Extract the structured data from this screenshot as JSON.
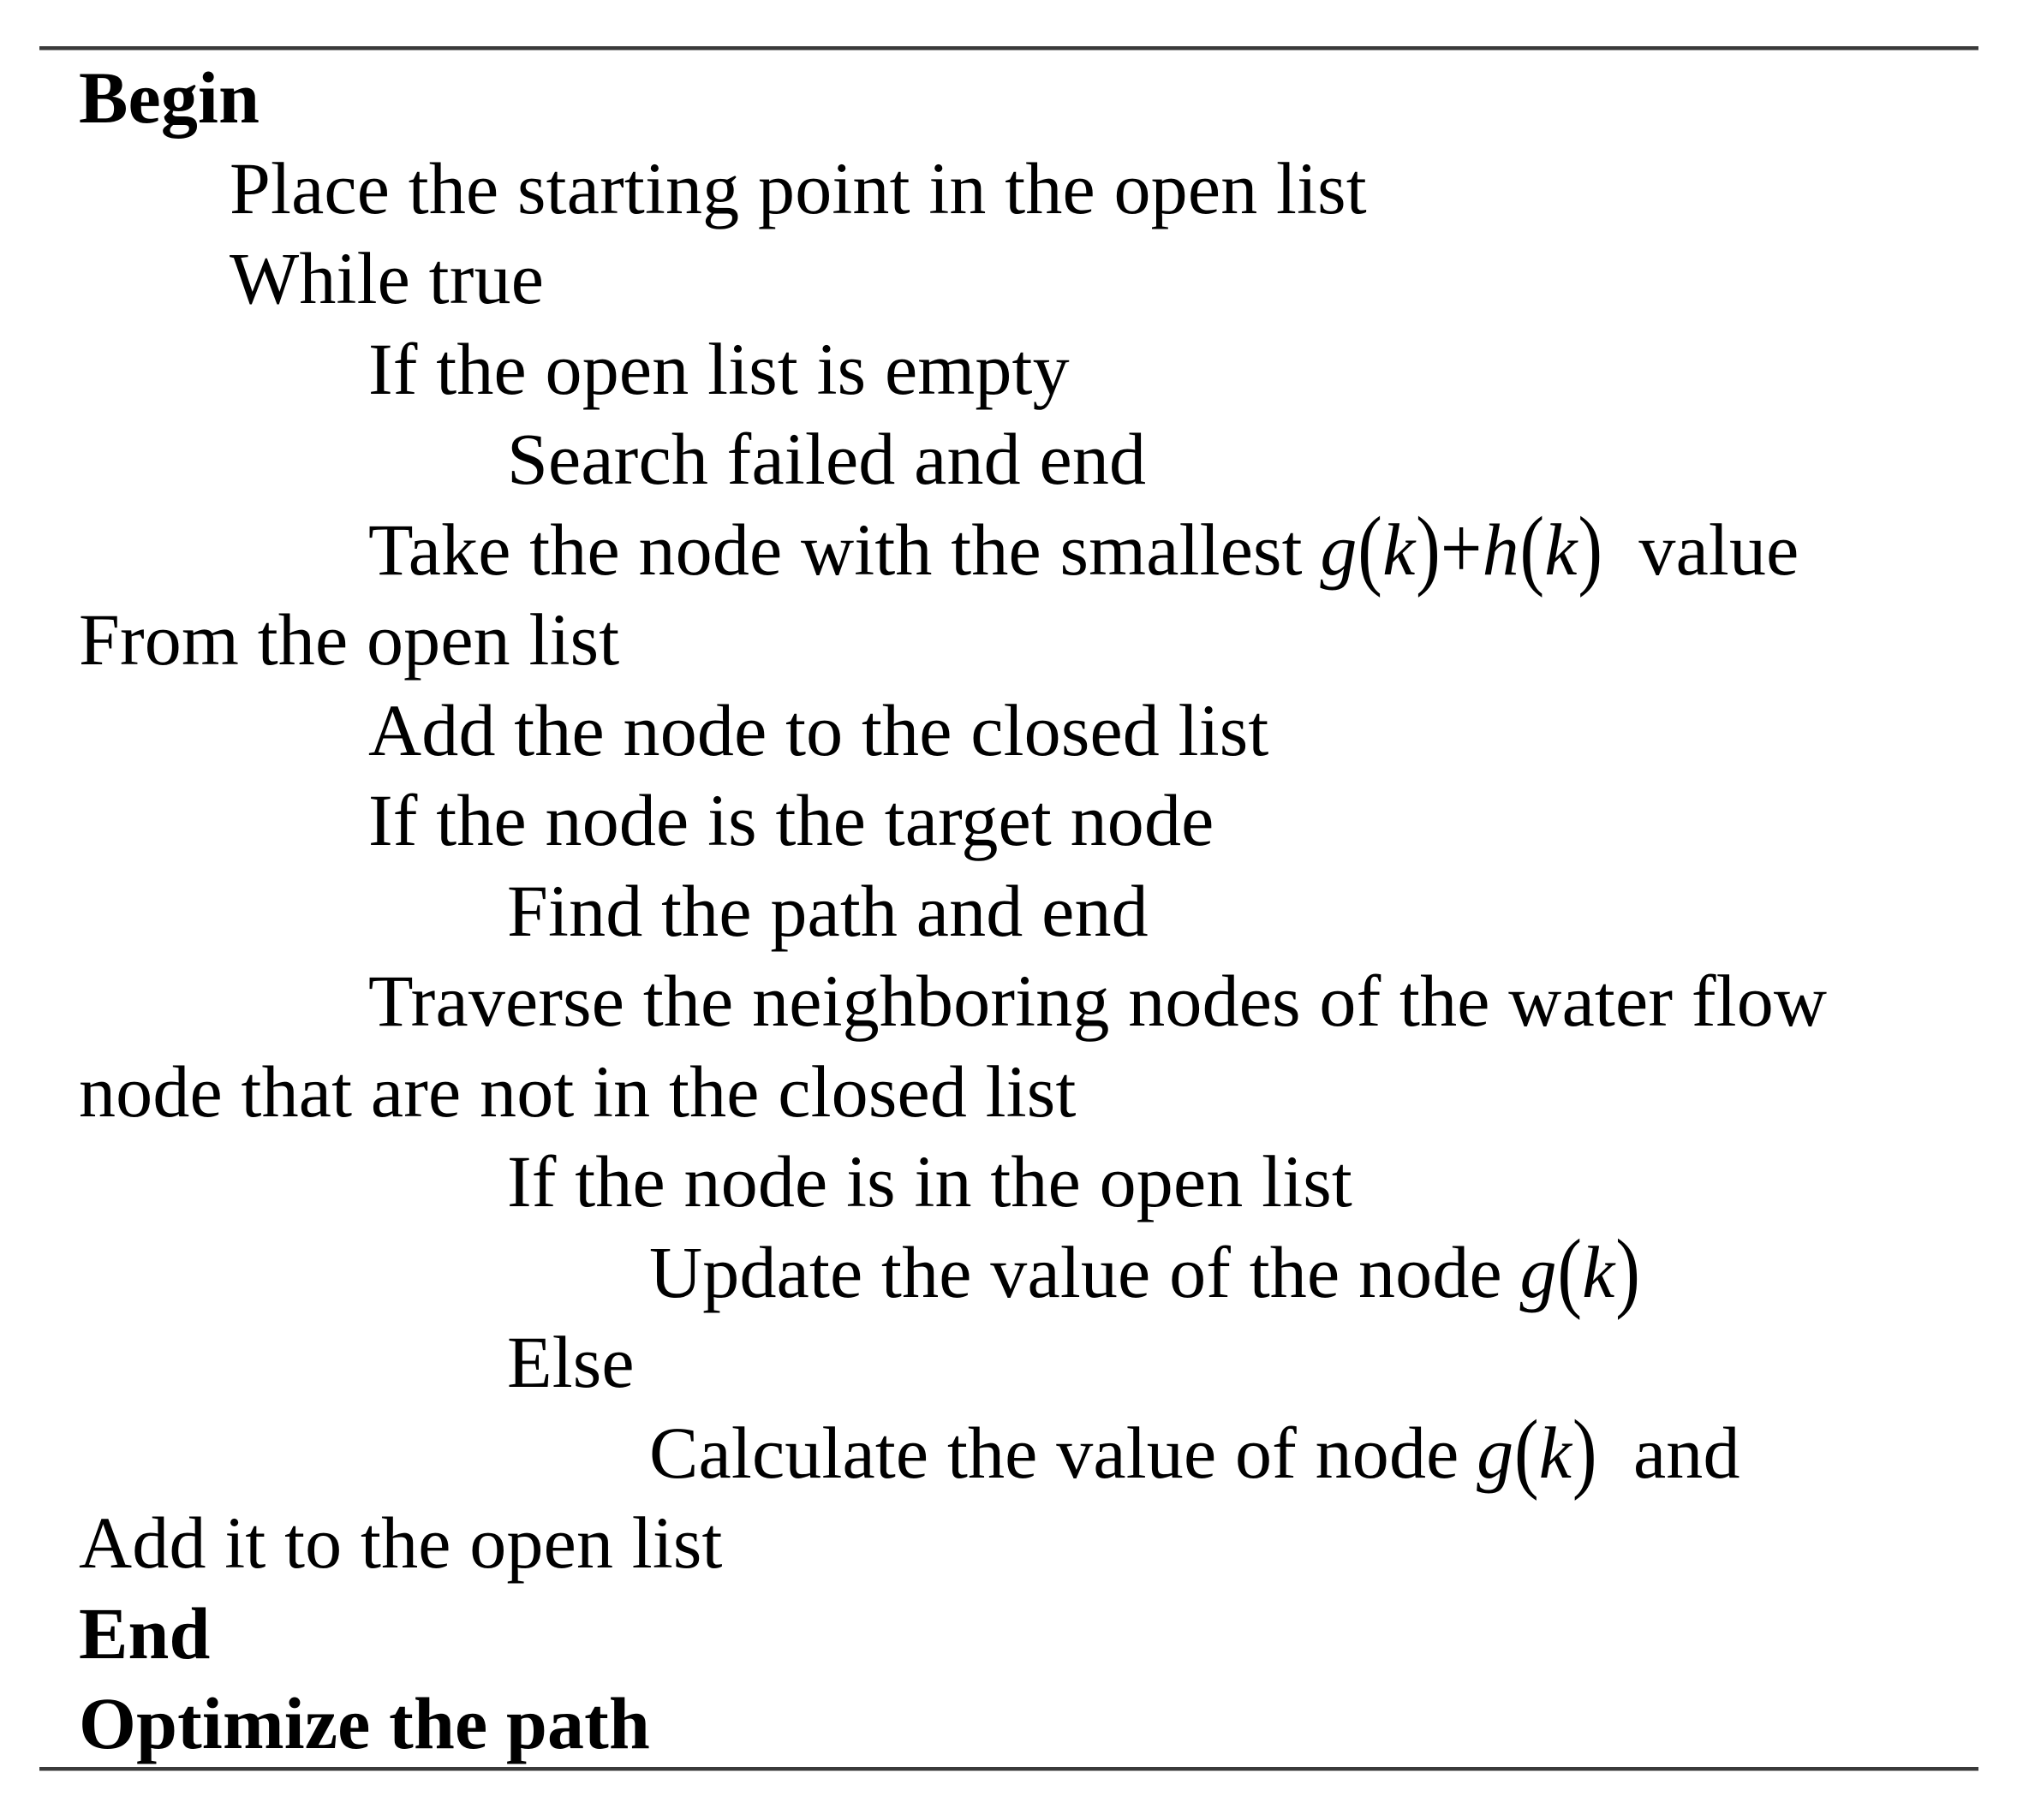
{
  "figure": {
    "kind": "algorithm-pseudocode",
    "background_color": "#ffffff",
    "text_color": "#000000",
    "rule_color": "#3a3a3a"
  },
  "lines": [
    {
      "indent": 0,
      "bold": true,
      "parts": [
        {
          "type": "text",
          "value": "Begin"
        }
      ]
    },
    {
      "indent": 1,
      "bold": false,
      "parts": [
        {
          "type": "text",
          "value": "Place the starting point in the open list"
        }
      ]
    },
    {
      "indent": 1,
      "bold": false,
      "parts": [
        {
          "type": "text",
          "value": "While true"
        }
      ]
    },
    {
      "indent": 2,
      "bold": false,
      "parts": [
        {
          "type": "text",
          "value": "If the open list is empty"
        }
      ]
    },
    {
      "indent": 3,
      "bold": false,
      "parts": [
        {
          "type": "text",
          "value": "Search failed and end"
        }
      ]
    },
    {
      "indent": 2,
      "bold": false,
      "parts": [
        {
          "type": "text",
          "value": "Take the node with the smallest"
        },
        {
          "type": "math",
          "value": "g(k)+h(k)"
        },
        {
          "type": "text",
          "value": " value"
        }
      ]
    },
    {
      "indent": 0,
      "bold": false,
      "parts": [
        {
          "type": "text",
          "value": "From the open list"
        }
      ]
    },
    {
      "indent": 2,
      "bold": false,
      "parts": [
        {
          "type": "text",
          "value": "Add the node to the closed list"
        }
      ]
    },
    {
      "indent": 2,
      "bold": false,
      "parts": [
        {
          "type": "text",
          "value": "If the node is the target node"
        }
      ]
    },
    {
      "indent": 3,
      "bold": false,
      "parts": [
        {
          "type": "text",
          "value": "Find the path and end"
        }
      ]
    },
    {
      "indent": 2,
      "bold": false,
      "parts": [
        {
          "type": "text",
          "value": "Traverse the neighboring nodes of the water flow"
        }
      ]
    },
    {
      "indent": 0,
      "bold": false,
      "parts": [
        {
          "type": "text",
          "value": "node that are not in the closed list"
        }
      ]
    },
    {
      "indent": 3,
      "bold": false,
      "parts": [
        {
          "type": "text",
          "value": "If the node is in the open list"
        }
      ]
    },
    {
      "indent": 4,
      "bold": false,
      "parts": [
        {
          "type": "text",
          "value": "Update the value of the node"
        },
        {
          "type": "math",
          "value": "g(k)"
        }
      ]
    },
    {
      "indent": 3,
      "bold": false,
      "parts": [
        {
          "type": "text",
          "value": "Else"
        }
      ]
    },
    {
      "indent": 4,
      "bold": false,
      "parts": [
        {
          "type": "text",
          "value": "Calculate the value of node"
        },
        {
          "type": "math",
          "value": "g(k)"
        },
        {
          "type": "text",
          "value": " and"
        }
      ]
    },
    {
      "indent": 0,
      "bold": false,
      "parts": [
        {
          "type": "text",
          "value": "Add it to the open list"
        }
      ]
    },
    {
      "indent": 0,
      "bold": true,
      "parts": [
        {
          "type": "text",
          "value": "End"
        }
      ]
    },
    {
      "indent": 0,
      "bold": true,
      "parts": [
        {
          "type": "text",
          "value": "Optimize the path"
        }
      ]
    }
  ]
}
